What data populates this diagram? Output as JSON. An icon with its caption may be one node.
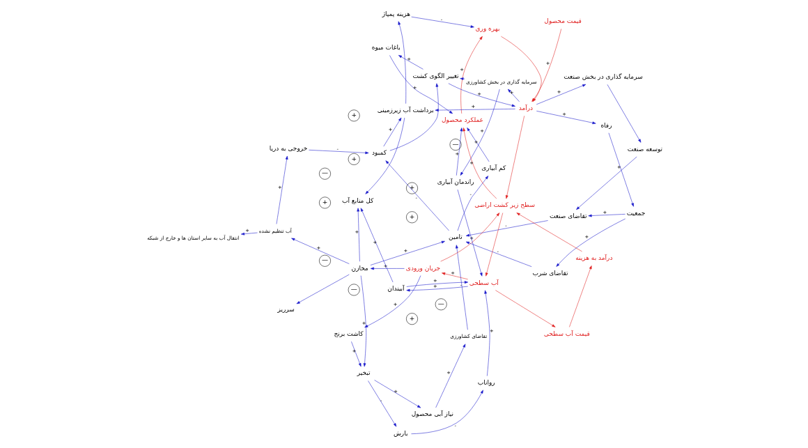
{
  "diagram": {
    "nodes": [
      {
        "text": [
          "تبخیر"
        ]
      },
      {
        "text": [
          "نیاز آبی محصول"
        ]
      },
      {
        "text": [
          "بارش"
        ]
      },
      {
        "text": [
          "رواناب"
        ]
      },
      {
        "text": [
          "تقاضای کشاورزی"
        ]
      },
      {
        "text": [
          "کاشت برنج"
        ]
      },
      {
        "text": [
          "کم آبیاری"
        ]
      },
      {
        "text": [
          "تقاضای صنعت"
        ]
      },
      {
        "text": [
          "آب سطحی"
        ]
      },
      {
        "text": [
          "جریان ورودی"
        ]
      },
      {
        "text": [
          "مخازن"
        ]
      },
      {
        "text": [
          "سرریز"
        ]
      },
      {
        "text": [
          "تامین"
        ]
      },
      {
        "text": [
          "تقاضای شرب"
        ]
      },
      {
        "text": [
          "توسعه صنعت"
        ]
      },
      {
        "text": [
          "قیمت آب سطحی"
        ]
      },
      {
        "text": [
          "سطح زیر کشت اراضی"
        ]
      },
      {
        "text": [
          "آب تنظیم نشده"
        ]
      },
      {
        "text": [
          "کل منابع آب"
        ]
      },
      {
        "text": [
          "انتقال آب به سایر استان ها و خارج از شبکه"
        ]
      },
      {
        "text": [
          "خروجی به دریا"
        ]
      },
      {
        "text": [
          "کمبود"
        ]
      },
      {
        "text": [
          "جمعیت"
        ]
      },
      {
        "text": [
          "درآمد به هزینه"
        ]
      },
      {
        "text": [
          "عملکرد محصول"
        ]
      },
      {
        "text": [
          "برداشت آب زیرزمینی"
        ]
      },
      {
        "text": [
          "هزینه پمپاژ"
        ]
      },
      {
        "text": [
          "سرمایه گذاری در بخش صنعت"
        ]
      },
      {
        "text": [
          "بهره وري"
        ]
      },
      {
        "text": [
          "درآمد"
        ]
      },
      {
        "text": [
          "رفاه"
        ]
      },
      {
        "text": [
          "آبیندان"
        ]
      },
      {
        "text": [
          "باغات میوه"
        ]
      },
      {
        "text": [
          "قیمت محصول"
        ]
      },
      {
        "text": [
          "سرمایه گذاری در بخش کشاورزی"
        ]
      },
      {
        "text": [
          "تغییر الگوی کشت"
        ]
      },
      {
        "text": [
          "راندمان آبیاری"
        ]
      }
    ],
    "edges": [
      {
        "from": 0,
        "to": 2,
        "arrow": "to",
        "label": "-"
      },
      {
        "from": 0,
        "to": 1,
        "arrow": "to",
        "label": "+"
      },
      {
        "from": 5,
        "to": 0,
        "arrow": "to",
        "label": "+"
      },
      {
        "from": 10,
        "to": 0,
        "arrow": "to",
        "label": "+"
      },
      {
        "from": 2,
        "to": 3,
        "arrow": "to",
        "label": "-"
      },
      {
        "from": 3,
        "to": 8,
        "arrow": "to",
        "label": "+"
      },
      {
        "from": 1,
        "to": 4,
        "arrow": "to",
        "label": "+"
      },
      {
        "from": 4,
        "to": 12,
        "arrow": "to",
        "label": "-"
      },
      {
        "from": 12,
        "to": 6,
        "arrow": "to",
        "label": "-"
      },
      {
        "from": 9,
        "to": 5,
        "arrow": "to",
        "label": "+"
      },
      {
        "from": 8,
        "to": 9,
        "arrow": "to",
        "label": "+",
        "color": "#e02020"
      },
      {
        "from": 16,
        "to": 8,
        "arrow": "to",
        "color": "#e02020"
      },
      {
        "from": 8,
        "to": 15,
        "arrow": "to",
        "color": "#e02020"
      },
      {
        "from": 15,
        "to": 23,
        "arrow": "to",
        "color": "#e02020"
      },
      {
        "from": 23,
        "to": 16,
        "arrow": "to",
        "color": "#e02020"
      },
      {
        "from": 9,
        "to": 16,
        "arrow": "to",
        "label": "+",
        "color": "#e02020"
      },
      {
        "from": 9,
        "to": 10,
        "arrow": "to",
        "label": "+"
      },
      {
        "from": 10,
        "to": 17,
        "arrow": "to",
        "label": "+"
      },
      {
        "from": 17,
        "to": 19,
        "arrow": "to",
        "label": "+"
      },
      {
        "from": 17,
        "to": 20,
        "arrow": "to",
        "label": "+"
      },
      {
        "from": 10,
        "to": 11,
        "arrow": "to"
      },
      {
        "from": 10,
        "to": 12,
        "arrow": "to",
        "label": "+"
      },
      {
        "from": 10,
        "to": 18,
        "arrow": "to",
        "label": "+"
      },
      {
        "from": 12,
        "to": 21,
        "arrow": "to",
        "label": "-"
      },
      {
        "from": 20,
        "to": 21,
        "arrow": "to",
        "label": "-"
      },
      {
        "from": 13,
        "to": 12,
        "arrow": "to",
        "label": "-"
      },
      {
        "from": 7,
        "to": 12,
        "arrow": "to",
        "label": "-"
      },
      {
        "from": 22,
        "to": 13,
        "arrow": "to",
        "label": "+"
      },
      {
        "from": 22,
        "to": 7,
        "arrow": "to",
        "label": "+"
      },
      {
        "from": 14,
        "to": 7,
        "arrow": "to"
      },
      {
        "from": 27,
        "to": 14,
        "arrow": "to"
      },
      {
        "from": 21,
        "to": 25,
        "arrow": "to",
        "label": "+"
      },
      {
        "from": 25,
        "to": 18,
        "arrow": "to"
      },
      {
        "from": 25,
        "to": 26,
        "arrow": "to"
      },
      {
        "from": 26,
        "to": 28,
        "arrow": "to",
        "label": "-"
      },
      {
        "from": 29,
        "to": 25,
        "arrow": "to",
        "label": "+"
      },
      {
        "from": 29,
        "to": 16,
        "arrow": "to",
        "color": "#e02020"
      },
      {
        "from": 29,
        "to": 30,
        "arrow": "to",
        "label": "+"
      },
      {
        "from": 30,
        "to": 22,
        "arrow": "to",
        "label": "+"
      },
      {
        "from": 29,
        "to": 27,
        "arrow": "to",
        "label": "+"
      },
      {
        "from": 29,
        "to": 34,
        "arrow": "to",
        "label": "+"
      },
      {
        "from": 34,
        "to": 35,
        "arrow": "to"
      },
      {
        "from": 34,
        "to": 36,
        "arrow": "to",
        "label": "+"
      },
      {
        "from": 21,
        "to": 35,
        "arrow": "to"
      },
      {
        "from": 35,
        "to": 29,
        "arrow": "to",
        "label": "+"
      },
      {
        "from": 35,
        "to": 32,
        "arrow": "to",
        "label": "+"
      },
      {
        "from": 32,
        "to": 24,
        "arrow": "to",
        "label": "+"
      },
      {
        "from": 36,
        "to": 24,
        "arrow": "to",
        "label": "+"
      },
      {
        "from": 36,
        "to": 8,
        "arrow": "to"
      },
      {
        "from": 8,
        "to": 31,
        "arrow": "to",
        "label": "+"
      },
      {
        "from": 31,
        "to": 8,
        "arrow": "to",
        "label": "+"
      },
      {
        "from": 31,
        "to": 18,
        "arrow": "to",
        "label": "+"
      },
      {
        "from": 6,
        "to": 24,
        "arrow": "to",
        "label": "+"
      },
      {
        "from": 16,
        "to": 24,
        "arrow": "to",
        "label": "+",
        "color": "#e02020"
      },
      {
        "from": 24,
        "to": 28,
        "arrow": "to",
        "label": "+",
        "color": "#e02020"
      },
      {
        "from": 28,
        "to": 29,
        "arrow": "to",
        "color": "#e02020"
      },
      {
        "from": 33,
        "to": 29,
        "arrow": "to",
        "label": "+",
        "color": "#e02020"
      }
    ],
    "labels": [
      "+",
      "+",
      "+",
      "—",
      "—",
      "—",
      "—",
      "+",
      "—",
      "+",
      "+"
    ]
  }
}
